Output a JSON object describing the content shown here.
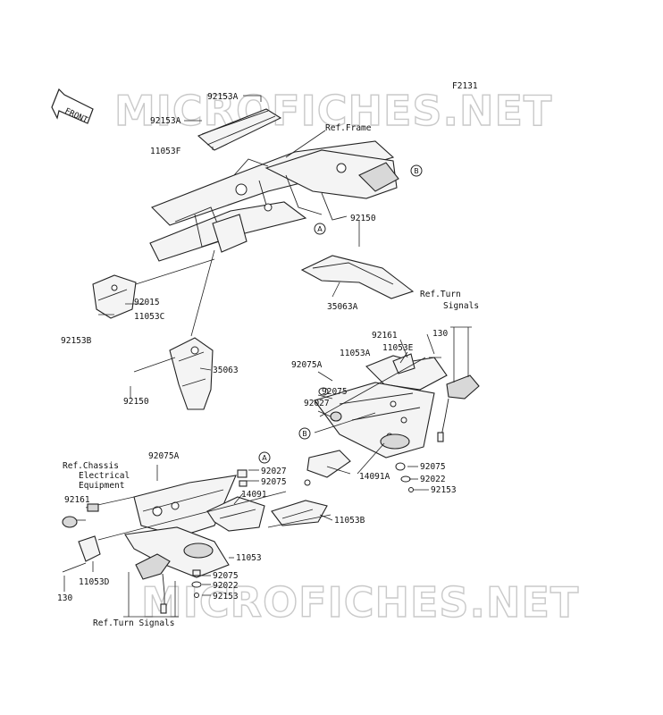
{
  "figure_code": "F2131",
  "watermark": "MICROFICHES.NET",
  "front_label": "FRONT",
  "callouts": [
    {
      "id": "c-92153a-top",
      "text": "92153A"
    },
    {
      "id": "c-92153a-mid",
      "text": "92153A"
    },
    {
      "id": "c-11053f",
      "text": "11053F"
    },
    {
      "id": "c-ref-frame",
      "text": "Ref.Frame"
    },
    {
      "id": "c-92150-top",
      "text": "92150"
    },
    {
      "id": "c-92015",
      "text": "92015"
    },
    {
      "id": "c-11053c",
      "text": "11053C"
    },
    {
      "id": "c-92153b",
      "text": "92153B"
    },
    {
      "id": "c-35063a",
      "text": "35063A"
    },
    {
      "id": "c-35063",
      "text": "35063"
    },
    {
      "id": "c-92150-bot",
      "text": "92150"
    },
    {
      "id": "c-ref-turn-1",
      "text": "Ref.Turn"
    },
    {
      "id": "c-ref-turn-2",
      "text": "Signals"
    },
    {
      "id": "c-92161-top",
      "text": "92161"
    },
    {
      "id": "c-130-top",
      "text": "130"
    },
    {
      "id": "c-11053e",
      "text": "11053E"
    },
    {
      "id": "c-11053a",
      "text": "11053A"
    },
    {
      "id": "c-92075a-top",
      "text": "92075A"
    },
    {
      "id": "c-92075-r1",
      "text": "92075"
    },
    {
      "id": "c-92027-r",
      "text": "92027"
    },
    {
      "id": "c-14091a",
      "text": "14091A"
    },
    {
      "id": "c-92075-r2",
      "text": "92075"
    },
    {
      "id": "c-92022-r",
      "text": "92022"
    },
    {
      "id": "c-92153-r",
      "text": "92153"
    },
    {
      "id": "c-92075a-bot",
      "text": "92075A"
    },
    {
      "id": "c-ref-chassis-1",
      "text": "Ref.Chassis"
    },
    {
      "id": "c-ref-chassis-2",
      "text": "Electrical"
    },
    {
      "id": "c-ref-chassis-3",
      "text": "Equipment"
    },
    {
      "id": "c-92027-l",
      "text": "92027"
    },
    {
      "id": "c-92075-l1",
      "text": "92075"
    },
    {
      "id": "c-14091",
      "text": "14091"
    },
    {
      "id": "c-92161-bot",
      "text": "92161"
    },
    {
      "id": "c-11053b",
      "text": "11053B"
    },
    {
      "id": "c-11053",
      "text": "11053"
    },
    {
      "id": "c-11053d",
      "text": "11053D"
    },
    {
      "id": "c-92075-l2",
      "text": "92075"
    },
    {
      "id": "c-92022-l",
      "text": "92022"
    },
    {
      "id": "c-92153-l",
      "text": "92153"
    },
    {
      "id": "c-130-bot",
      "text": "130"
    },
    {
      "id": "c-ref-turn-bot",
      "text": "Ref.Turn Signals"
    }
  ],
  "circle_refs": {
    "a": "A",
    "b": "B"
  }
}
